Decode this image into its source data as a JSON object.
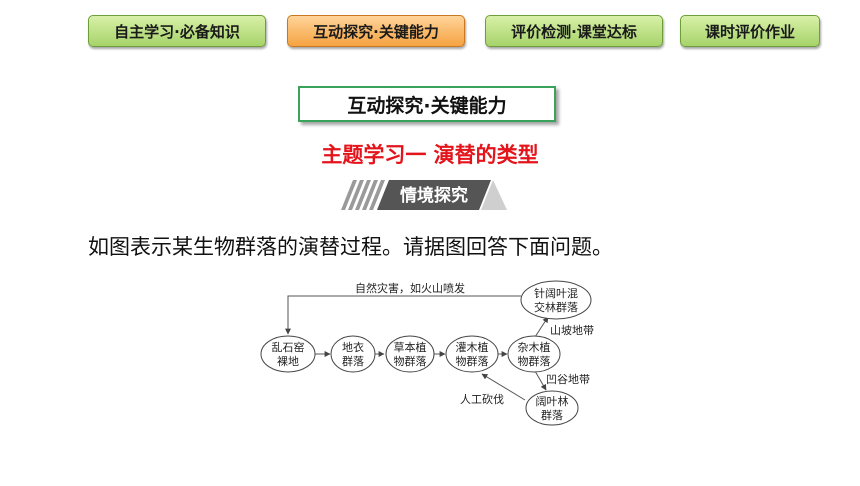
{
  "nav": {
    "tabs": [
      {
        "label": "自主学习·必备知识",
        "active": false
      },
      {
        "label": "互动探究·关键能力",
        "active": true
      },
      {
        "label": "评价检测·课堂达标",
        "active": false
      },
      {
        "label": "课时评价作业",
        "active": false
      }
    ]
  },
  "section": {
    "title": "互动探究·关键能力"
  },
  "topic": {
    "title": "主题学习一  演替的类型"
  },
  "banner": {
    "label": "情境探究"
  },
  "intro": {
    "text": "如图表示某生物群落的演替过程。请据图回答下面问题。"
  },
  "diagram": {
    "nodes": {
      "rock": [
        "乱石窑",
        "裸地"
      ],
      "lichen": [
        "地衣",
        "群落"
      ],
      "herb": [
        "草本植",
        "物群落"
      ],
      "shrub": [
        "灌木植",
        "物群落"
      ],
      "mixed": [
        "杂木植",
        "物群落"
      ],
      "conifer": [
        "针阔叶混",
        "交林群落"
      ],
      "broadleaf": [
        "阔叶林",
        "群落"
      ]
    },
    "labels": {
      "disaster": "自然灾害，如火山喷发",
      "slope": "山坡地带",
      "valley": "凹谷地带",
      "logging": "人工砍伐"
    }
  },
  "colors": {
    "accent_red": "#e3141b",
    "tab_green": "#a6d36a",
    "tab_orange": "#f5a341",
    "box_border": "#3aa35b"
  }
}
